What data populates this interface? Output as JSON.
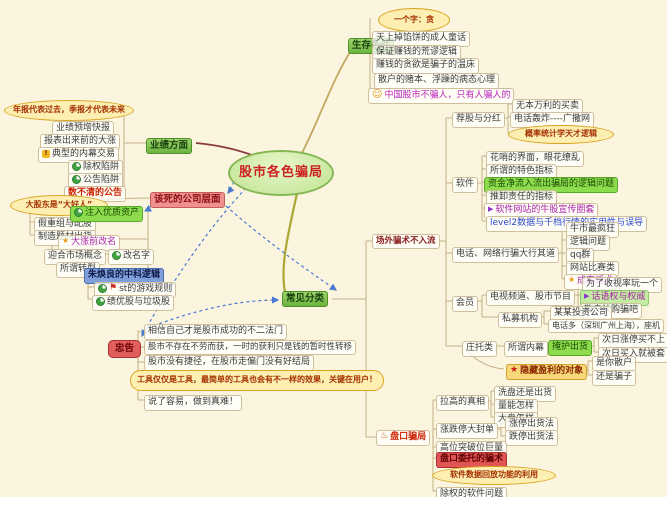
{
  "title": "股市各色骗局",
  "colors": {
    "background": "#fbf4df",
    "center_fill": "#bfe391",
    "center_text": "#cc2222",
    "branch_green": "#6cb33f",
    "yellow_ellipse": "#fdeeb2",
    "red_box": "#e25555",
    "pink_box": "#f09090",
    "blue_highlight": "#7f9fd8",
    "green_highlight": "#8cdc4e",
    "yellow_highlight": "#f6d879",
    "purple_text": "#aa22aa",
    "blue_text": "#2b48c8",
    "red_text": "#cc2200",
    "dashed_link": "#4a7ad0"
  },
  "nodes": {
    "center": {
      "text": "股市各色骗局"
    },
    "sc": {
      "text": "生存条件"
    },
    "sc_e": {
      "text": "一个字：贪"
    },
    "sc1": {
      "text": "天上掉馅饼的成人童话"
    },
    "sc2": {
      "text": "保证赚钱的荒谬逻辑"
    },
    "sc3": {
      "text": "赚钱的贪欲是骗子的温床"
    },
    "sc4": {
      "text": "散户的赌本、浮躁的病态心理"
    },
    "sc5": {
      "text": "中国股市不骗人，只有人骗人的",
      "icon": "smiley-icon"
    },
    "yj": {
      "text": "业绩方面"
    },
    "yj_e": {
      "text": "年报代表过去，季报才代表未来"
    },
    "yj1": {
      "text": "业绩预增快报"
    },
    "yj2": {
      "text": "报表出来前的大涨"
    },
    "yj3": {
      "text": "典型的内幕交易",
      "icon": "alert-icon"
    },
    "yj4": {
      "text": "除权陷阱",
      "icon": "green-pie-icon"
    },
    "yj5": {
      "text": "公告陷阱",
      "icon": "green-pie-icon"
    },
    "yj6": {
      "text": "数不清的公告"
    },
    "gs": {
      "text": "该死的公司层面"
    },
    "dg_e": {
      "text": "大股东是“大好人”"
    },
    "dg1": {
      "text": "假重组与配股"
    },
    "dg2": {
      "text": "制造题材出货"
    },
    "dg3": {
      "text": "注入优质资产",
      "icon": "green-pie-icon"
    },
    "dg4": {
      "text": "大涨前改名",
      "icon": "orange-star-icon"
    },
    "dg5": {
      "text": "迎合市场概念"
    },
    "dg6": {
      "text": "改名字",
      "icon": "green-pie-icon"
    },
    "dg7": {
      "text": "所谓转型"
    },
    "dg8": {
      "text": "朱焕良的中科逻辑"
    },
    "dg9": {
      "text": "st的游戏规则",
      "icons": [
        "green-pie-icon",
        "red-flag-icon"
      ]
    },
    "dg10": {
      "text": "绩优股与垃圾股",
      "icon": "green-pie-icon"
    },
    "zg": {
      "text": "忠告"
    },
    "zg1": {
      "text": "相信自己才是股市成功的不二法门"
    },
    "zg2": {
      "text": "股市不存在不劳而获，一时的获利只是钱的暂时性转移"
    },
    "zg3": {
      "text": "股市没有捷径，在股市走偏门没有好结局"
    },
    "zg_e": {
      "text": "工具仅仅是工具，最简单的工具也会有不一样的效果，关键在用户！"
    },
    "zg4": {
      "text": "说了容易，做到真难！"
    },
    "cj": {
      "text": "常见分类"
    },
    "cw": {
      "text": "场外骗术不入流"
    },
    "jg": {
      "text": "荐股与分红"
    },
    "jg1": {
      "text": "无本万利的买卖"
    },
    "jg2": {
      "text": "电话轰炸----广撒网"
    },
    "jg_e": {
      "text": "概率统计学天才逻辑"
    },
    "rj": {
      "text": "软件"
    },
    "rj1": {
      "text": "花哨的界面，眼花缭乱"
    },
    "rj2": {
      "text": "所谓的特色指标"
    },
    "rj3": {
      "text": "资金净流入流出骗局的逻辑问题"
    },
    "rj4": {
      "text": "推卸责任的指标"
    },
    "rj5": {
      "text": "软件网站的牛股宣传圈套",
      "icon": "purple-triangle-icon"
    },
    "rj6": {
      "text": "level2数据与千档行情的实用性与误导"
    },
    "dh": {
      "text": "电话、网络行骗大行其道"
    },
    "dh1": {
      "text": "牛市最疯狂"
    },
    "dh2": {
      "text": "逻辑问题"
    },
    "dh3": {
      "text": "qq群"
    },
    "dh4": {
      "text": "网站比赛类"
    },
    "dh5": {
      "text": "成套话术",
      "icon": "orange-star-icon"
    },
    "hy": {
      "text": "会员"
    },
    "hy1": {
      "text": "电视频道、股市节目"
    },
    "hy2": {
      "text": "为了收视率玩一个"
    },
    "hy3": {
      "text": "话语权与权威",
      "icon": "purple-triangle-icon"
    },
    "hy4": {
      "text": "散户认购骗吧"
    },
    "hy5": {
      "text": "私募机构"
    },
    "hy6": {
      "text": "某某投资公司"
    },
    "hy7": {
      "text": "电话多（深圳广州上海），座机"
    },
    "zt": {
      "text": "庄托类"
    },
    "zt1": {
      "text": "所谓内幕"
    },
    "zt2": {
      "text": "掩护出货"
    },
    "zt3": {
      "text": "次日涨停买不上"
    },
    "zt4": {
      "text": "次日买入就被套"
    },
    "zt5": {
      "text": "隐藏盈利的对象",
      "icon": "red-star-icon"
    },
    "zt6": {
      "text": "是你散户"
    },
    "zt7": {
      "text": "还是骗子"
    },
    "pk": {
      "text": "盘口骗局",
      "icon": "flame-icon"
    },
    "pk1": {
      "text": "拉高的真相"
    },
    "pk2": {
      "text": "洗盘还是出货"
    },
    "pk3": {
      "text": "量能怎样"
    },
    "pk4": {
      "text": "大盘怎样"
    },
    "pk5": {
      "text": "涨跌停大封单"
    },
    "pk6": {
      "text": "涨停出货法"
    },
    "pk7": {
      "text": "跌停出货法"
    },
    "pk8": {
      "text": "高位突破位巨量"
    },
    "pk9": {
      "text": "盘口委托的骗术"
    },
    "pk_e": {
      "text": "软件数据回放功能的利用"
    },
    "pk10": {
      "text": "除权的软件问题"
    }
  }
}
